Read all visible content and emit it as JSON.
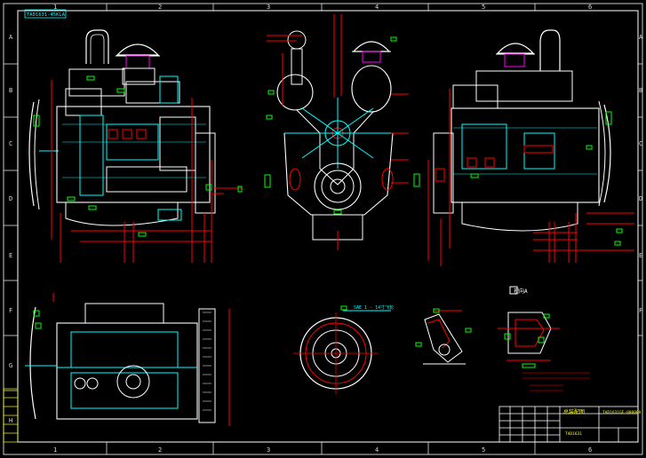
{
  "drawing": {
    "title_tag": "TAD1631-45KLA",
    "title_block_name": "总装配图",
    "title_block_code": "TAD1631GE-00000A",
    "title_block_footer": "TAD1631",
    "callout_label": "视向A",
    "flywheel_label": "SAE 1 - 14寸飞轮"
  },
  "frame": {
    "col_marks": [
      "1",
      "2",
      "3",
      "4",
      "5",
      "6"
    ],
    "row_marks": [
      "A",
      "B",
      "C",
      "D",
      "E",
      "F",
      "G",
      "H"
    ]
  },
  "colors": {
    "background": "#000000",
    "frame": "#ffffff",
    "outline": "#ffffff",
    "detail": "#00ffff",
    "dimension": "#ff0000",
    "annotation": "#00ff00",
    "accent": "#ff00ff",
    "label": "#ffff00"
  }
}
